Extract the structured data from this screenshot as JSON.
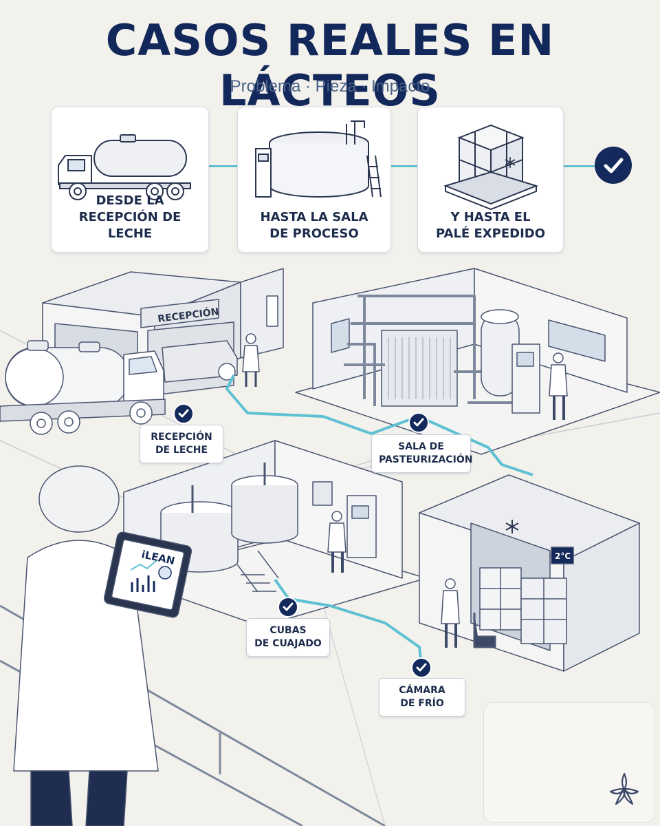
{
  "header": {
    "title": "CASOS REALES EN LÁCTEOS",
    "subtitle": "Problema · Pieza · Impacto"
  },
  "steps": [
    {
      "label_line1": "DESDE LA",
      "label_line2": "RECEPCIÓN DE LECHE",
      "icon": "tanker-truck-icon"
    },
    {
      "label_line1": "HASTA LA SALA",
      "label_line2": "DE PROCESO",
      "icon": "process-tank-icon"
    },
    {
      "label_line1": "Y HASTA EL",
      "label_line2": "PALÉ EXPEDIDO",
      "icon": "pallet-icon"
    }
  ],
  "scene": {
    "reception_sign": "RECEPCIÓN",
    "tablet_brand": "iLEAN",
    "cold_temp": "2°C",
    "tags": [
      {
        "line1": "RECEPCIÓN",
        "line2": "DE LECHE"
      },
      {
        "line1": "SALA DE",
        "line2": "PASTEURIZACIÓN"
      },
      {
        "line1": "CUBAS",
        "line2": "DE CUAJADO"
      },
      {
        "line1": "CÁMARA",
        "line2": "DE FRÍO"
      }
    ]
  },
  "colors": {
    "navy": "#142a5c",
    "accent_cyan": "#5ec1d3",
    "background": "#f3f1ec",
    "card": "#ffffff"
  }
}
